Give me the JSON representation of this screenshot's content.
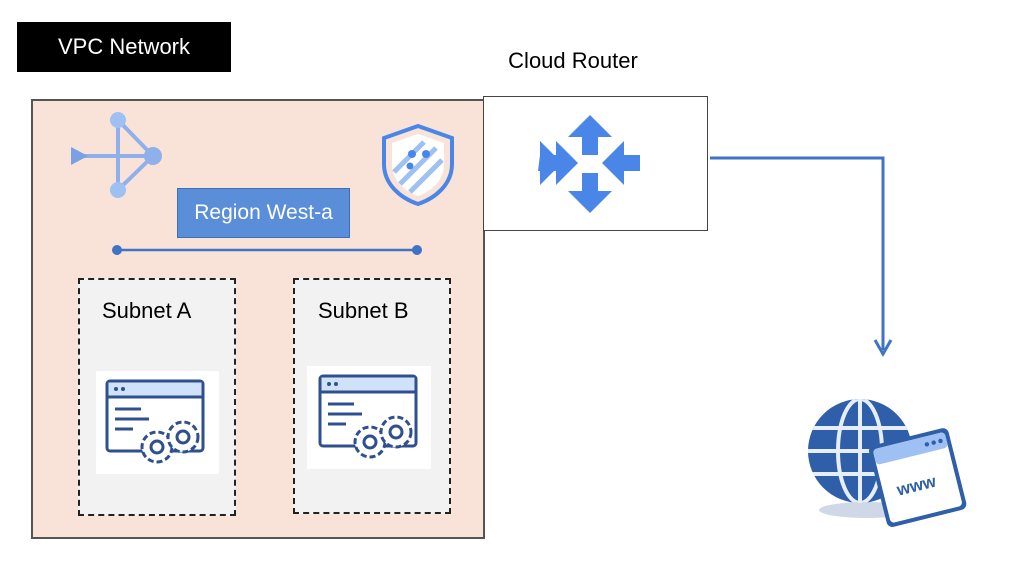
{
  "diagram": {
    "title": "VPC Network",
    "router_label": "Cloud Router",
    "region_label": "Region West-a",
    "subnets": [
      {
        "label": "Subnet A"
      },
      {
        "label": "Subnet B"
      }
    ],
    "internet_label": "www",
    "icons": {
      "network": "network-topology-icon",
      "security": "shield-icon",
      "router": "cloud-router-icon",
      "vm": "vm-settings-icon",
      "internet": "globe-www-icon"
    },
    "colors": {
      "vpc_fill": "#f9e3d8",
      "accent_blue": "#3f73c4",
      "region_fill": "#5b8ed8",
      "router_arrows": "#4a86e8",
      "subnet_fill": "#f2f2f2"
    }
  }
}
